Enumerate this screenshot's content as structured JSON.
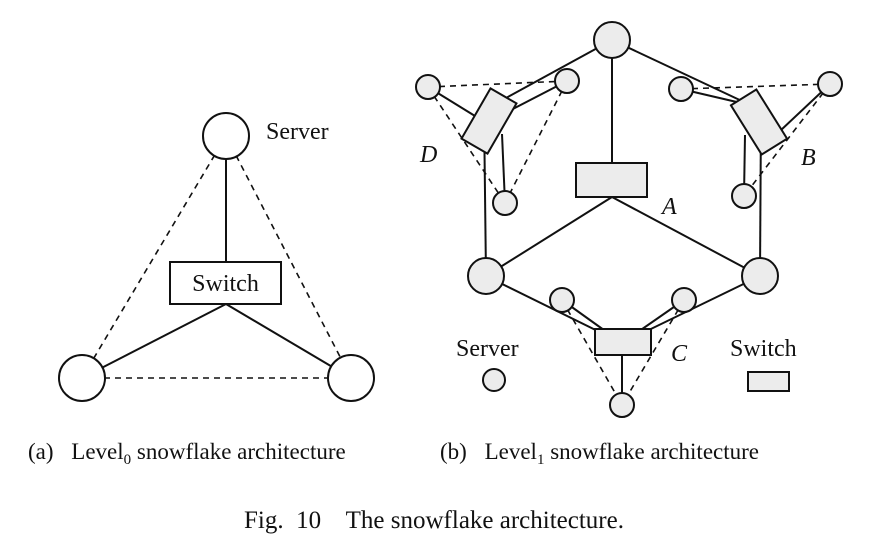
{
  "panel_a": {
    "server_label": "Server",
    "switch_label": "Switch",
    "caption_prefix": "(a)",
    "caption_word": "Level",
    "caption_sub": "0",
    "caption_rest": " snowflake architecture"
  },
  "panel_b": {
    "label_a": "A",
    "label_b": "B",
    "label_c": "C",
    "label_d": "D",
    "legend_server": "Server",
    "legend_switch": "Switch",
    "caption_prefix": "(b)",
    "caption_word": "Level",
    "caption_sub": "1",
    "caption_rest": " snowflake architecture"
  },
  "figure_caption": "Fig.  10    The snowflake architecture.",
  "colors": {
    "node_fill": "#ececec",
    "stroke": "#111111",
    "background": "#ffffff"
  }
}
